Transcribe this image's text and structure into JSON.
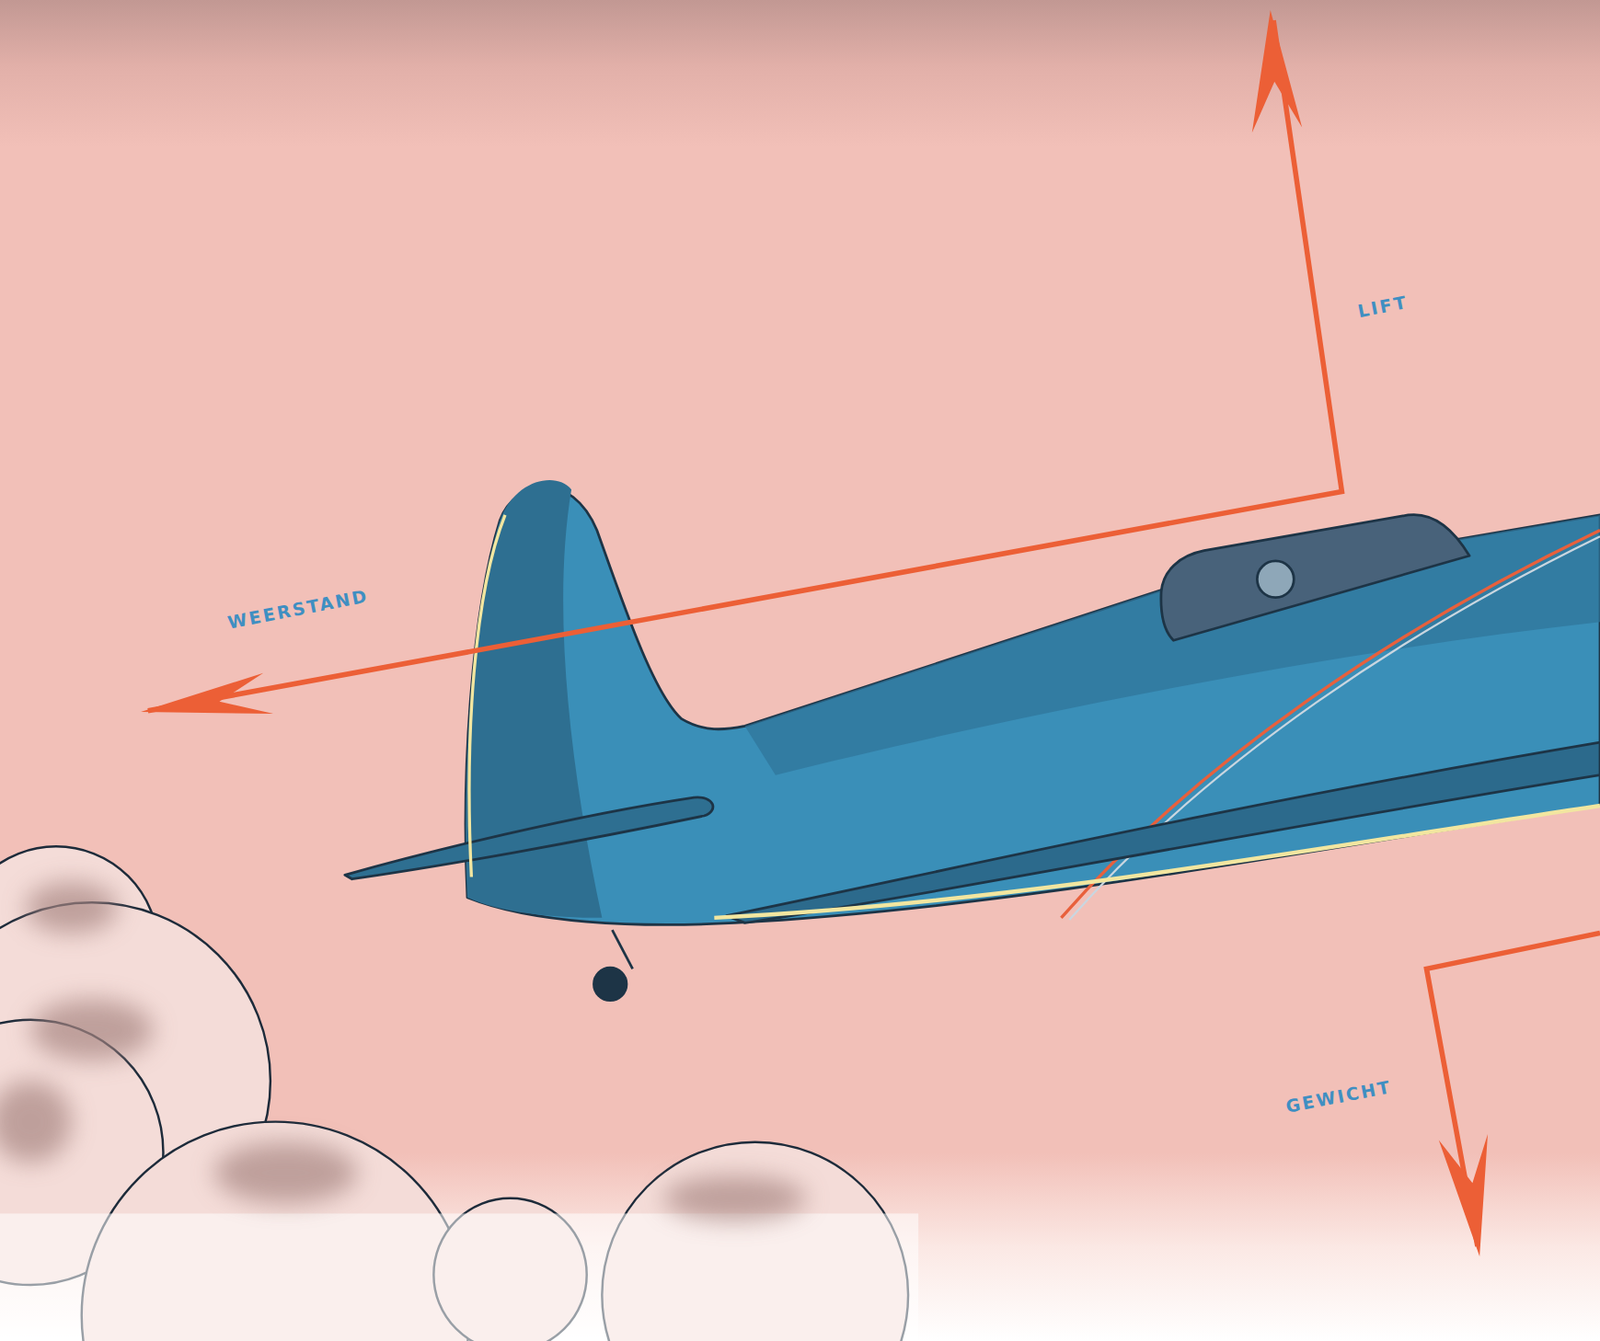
{
  "diagram": {
    "labels": [
      "LIFT",
      "WEERSTAND",
      "GEWICHT"
    ]
  }
}
